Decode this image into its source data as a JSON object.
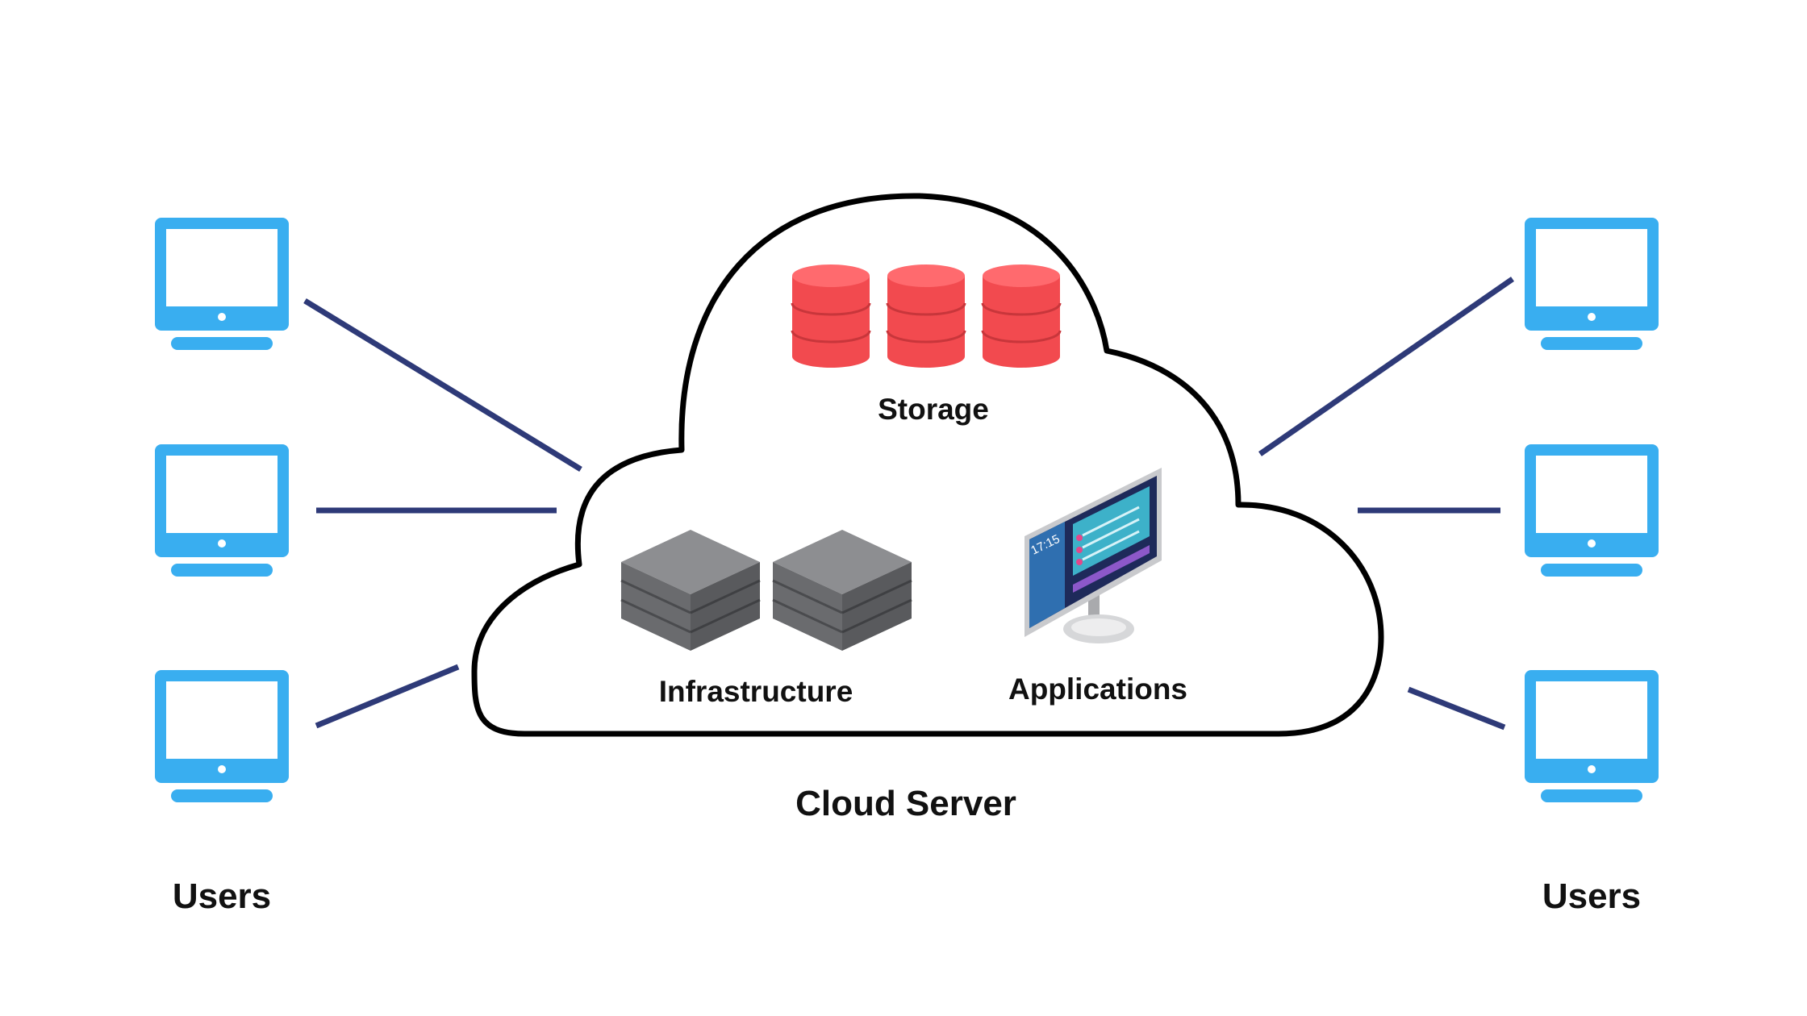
{
  "colors": {
    "user_monitor": "#39AEF0",
    "connector": "#2E3A78",
    "cloud_outline": "#000000",
    "database": "#F24A4F",
    "database_highlight": "#FF6A6E",
    "server_rack": "#737477",
    "label_text": "#111111"
  },
  "icons": {
    "user": "desktop-monitor-icon",
    "storage": "database-cylinder-icon",
    "infrastructure": "server-rack-icon",
    "applications": "computer-display-icon"
  },
  "cloud": {
    "label": "Cloud Server",
    "storage_label": "Storage",
    "infrastructure_label": "Infrastructure",
    "applications_label": "Applications",
    "app_screen_time": "17:15"
  },
  "users_left": {
    "label": "Users",
    "count": 3
  },
  "users_right": {
    "label": "Users",
    "count": 3
  }
}
